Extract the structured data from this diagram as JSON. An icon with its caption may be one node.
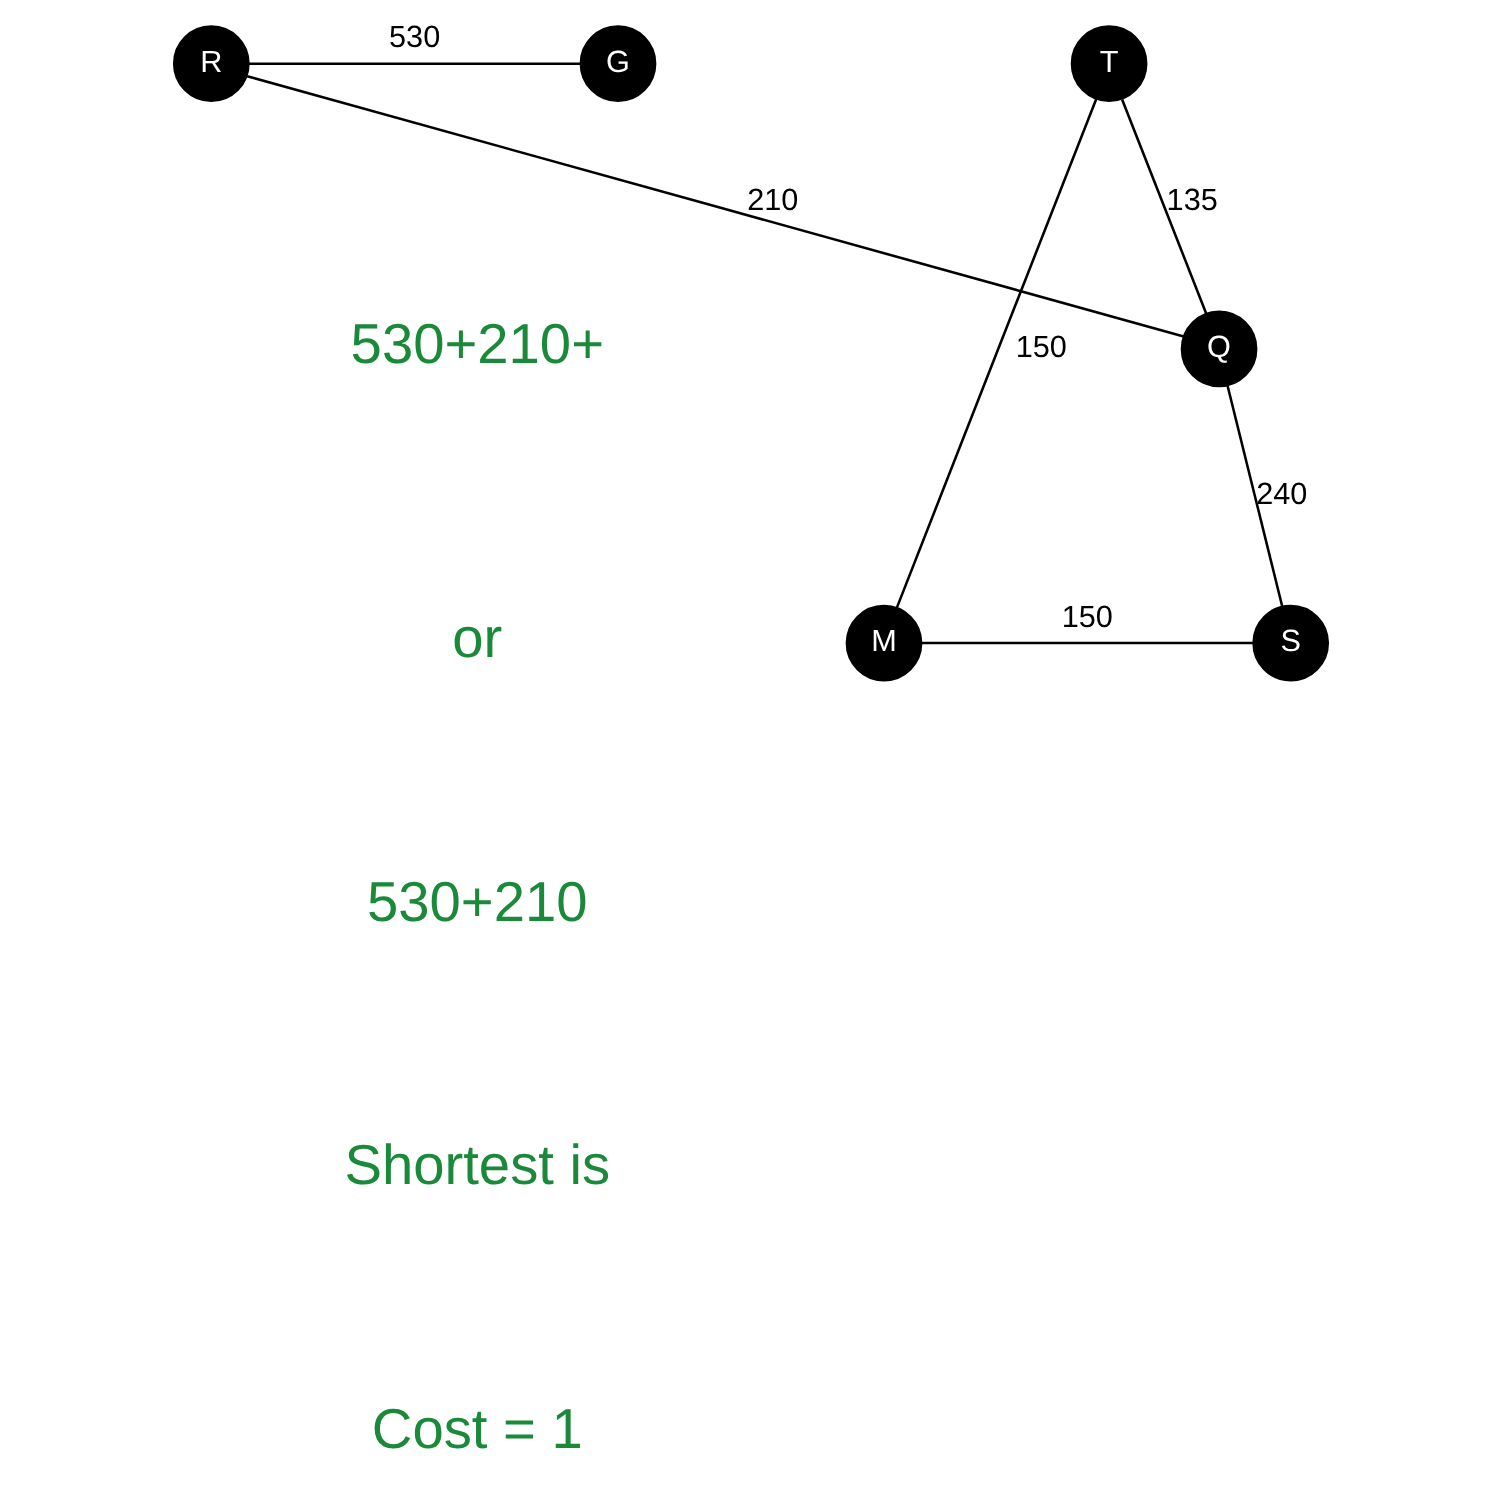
{
  "diagram": {
    "nodes": [
      {
        "text": [
          "G"
        ]
      },
      {
        "text": [
          "R"
        ]
      },
      {
        "text": [
          "Q"
        ]
      },
      {
        "text": [
          "T"
        ]
      },
      {
        "text": [
          "M"
        ]
      },
      {
        "text": [
          "S"
        ]
      }
    ],
    "edges": [
      {
        "from": 1,
        "to": 0,
        "arrow": "none",
        "label": "530"
      },
      {
        "from": 1,
        "to": 2,
        "arrow": "none",
        "label": "210"
      },
      {
        "from": 3,
        "to": 2,
        "arrow": "none",
        "label": "135"
      },
      {
        "from": 3,
        "to": 4,
        "arrow": "none",
        "label": "150"
      },
      {
        "from": 2,
        "to": 5,
        "arrow": "none",
        "label": "240"
      },
      {
        "from": 4,
        "to": 5,
        "arrow": "none",
        "label": "150"
      }
    ],
    "labels": [
      "530+210+",
      "or",
      "530+210",
      "Shortest is",
      "Cost = 1"
    ]
  }
}
